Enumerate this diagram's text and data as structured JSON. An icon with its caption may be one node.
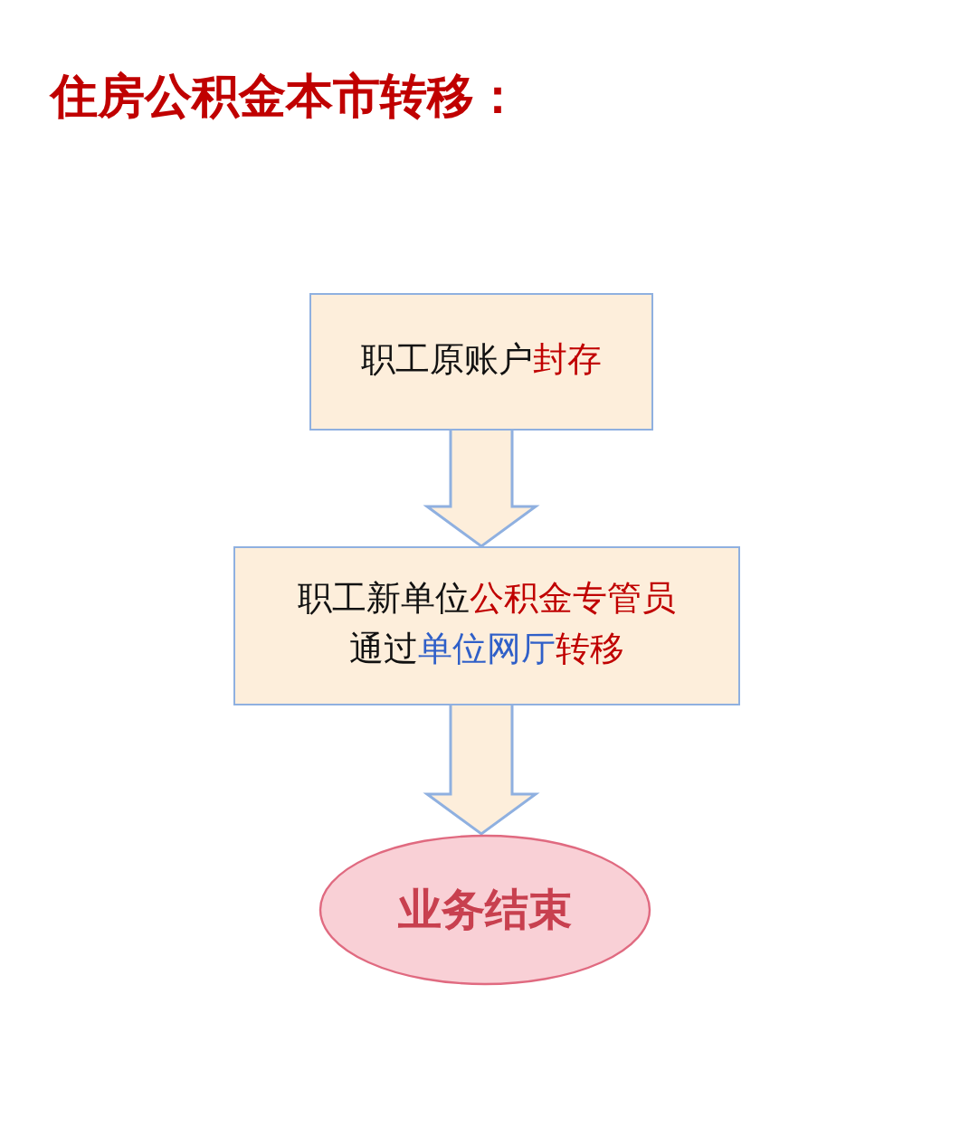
{
  "diagram": {
    "title": "住房公积金本市转移：",
    "nodes": [
      {
        "text": [
          "职工原账户封存"
        ]
      },
      {
        "text": [
          "职工新单位公积金专管员通过单位网厅转移"
        ]
      },
      {
        "text": [
          "业务结束"
        ]
      }
    ],
    "edges": [
      {
        "from": 0,
        "to": 1,
        "arrow": "to"
      },
      {
        "from": 1,
        "to": 2,
        "arrow": "to"
      }
    ]
  }
}
